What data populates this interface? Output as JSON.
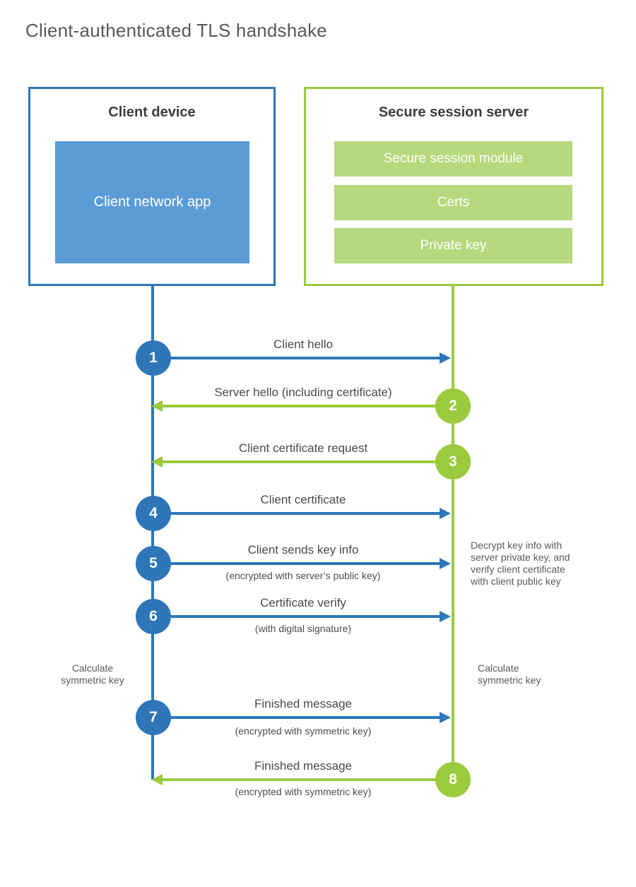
{
  "title": "Client-authenticated TLS handshake",
  "colors": {
    "blue": "#2E76B8",
    "blue_light": "#5C9CD6",
    "green": "#9BCA3E",
    "green_light": "#B5D97C"
  },
  "client": {
    "title": "Client device",
    "app_label": "Client network app"
  },
  "server": {
    "title": "Secure session server",
    "modules": [
      "Secure session module",
      "Certs",
      "Private key"
    ]
  },
  "messages": [
    {
      "num": "1",
      "from": "client",
      "to": "server",
      "label": "Client hello",
      "sub": ""
    },
    {
      "num": "2",
      "from": "server",
      "to": "client",
      "label": "Server hello (including certificate)",
      "sub": ""
    },
    {
      "num": "3",
      "from": "server",
      "to": "client",
      "label": "Client certificate request",
      "sub": ""
    },
    {
      "num": "4",
      "from": "client",
      "to": "server",
      "label": "Client certificate",
      "sub": ""
    },
    {
      "num": "5",
      "from": "client",
      "to": "server",
      "label": "Client sends key info",
      "sub": "(encrypted with server’s public key)"
    },
    {
      "num": "6",
      "from": "client",
      "to": "server",
      "label": "Certificate verify",
      "sub": "(with digital signature)"
    },
    {
      "num": "7",
      "from": "client",
      "to": "server",
      "label": "Finished message",
      "sub": "(encrypted with symmetric key)"
    },
    {
      "num": "8",
      "from": "server",
      "to": "client",
      "label": "Finished message",
      "sub": "(encrypted with symmetric key)"
    }
  ],
  "notes": {
    "decrypt": "Decrypt key info with server private key, and verify client certificate with client public key",
    "calc_left": "Calculate symmetric key",
    "calc_right": "Calculate symmetric key"
  }
}
